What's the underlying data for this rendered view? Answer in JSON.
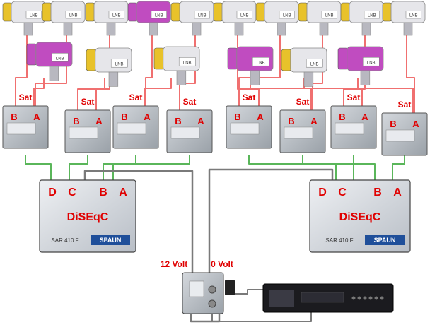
{
  "lnb_tag": "LNB",
  "switch_label": "Sat",
  "port_a": "A",
  "port_b": "B",
  "port_c": "C",
  "port_d": "D",
  "diseqc_label": "DiSEqC",
  "brand": "SPAUN",
  "model": "SAR 410 F",
  "voltage_12": "12 Volt",
  "voltage_0": "0 Volt",
  "colors": {
    "lnb_white": "#e6e6ea",
    "lnb_pink": "#c04cc0",
    "lnb_yellow": "#e8c22a",
    "red_cable": "#f07070",
    "green_cable": "#5ab65a",
    "gray_cable": "#7a7a7a",
    "label_red": "#e00000"
  }
}
